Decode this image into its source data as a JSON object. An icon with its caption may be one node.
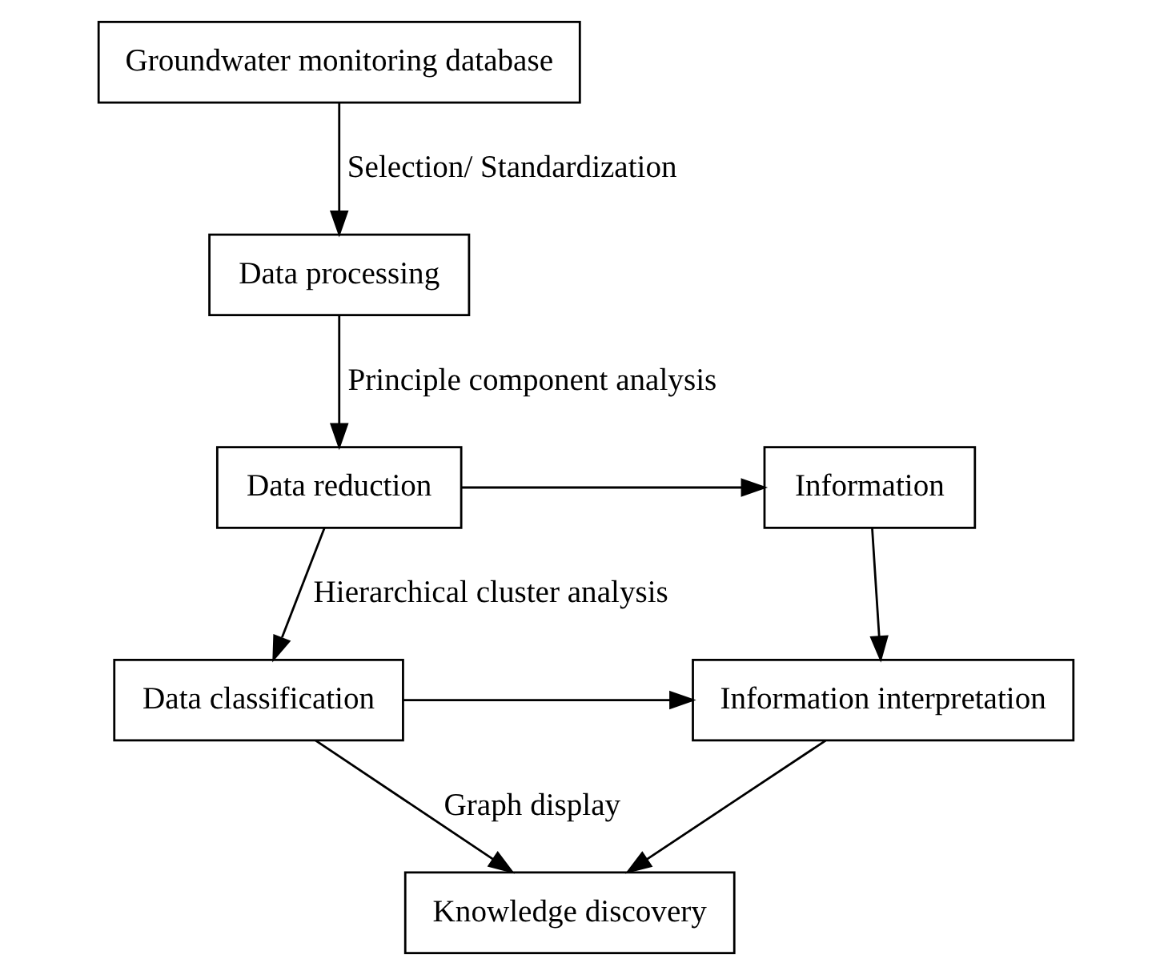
{
  "diagram": {
    "nodes": [
      {
        "text": [
          "Groundwater monitoring database"
        ]
      },
      {
        "text": [
          "Data processing"
        ]
      },
      {
        "text": [
          "Data reduction"
        ]
      },
      {
        "text": [
          "Information"
        ]
      },
      {
        "text": [
          "Data classification"
        ]
      },
      {
        "text": [
          "Information interpretation"
        ]
      },
      {
        "text": [
          "Knowledge discovery"
        ]
      }
    ],
    "edges": [
      {
        "from": 0,
        "to": 1,
        "arrow": "to",
        "label": "Selection/ Standardization"
      },
      {
        "from": 1,
        "to": 2,
        "arrow": "to",
        "label": "Principle component analysis"
      },
      {
        "from": 2,
        "to": 3,
        "arrow": "to"
      },
      {
        "from": 2,
        "to": 4,
        "arrow": "to",
        "label": "Hierarchical cluster analysis"
      },
      {
        "from": 3,
        "to": 5,
        "arrow": "to"
      },
      {
        "from": 4,
        "to": 5,
        "arrow": "to"
      },
      {
        "from": 4,
        "to": 6,
        "arrow": "to",
        "label": "Graph display"
      },
      {
        "from": 5,
        "to": 6,
        "arrow": "to"
      }
    ]
  }
}
